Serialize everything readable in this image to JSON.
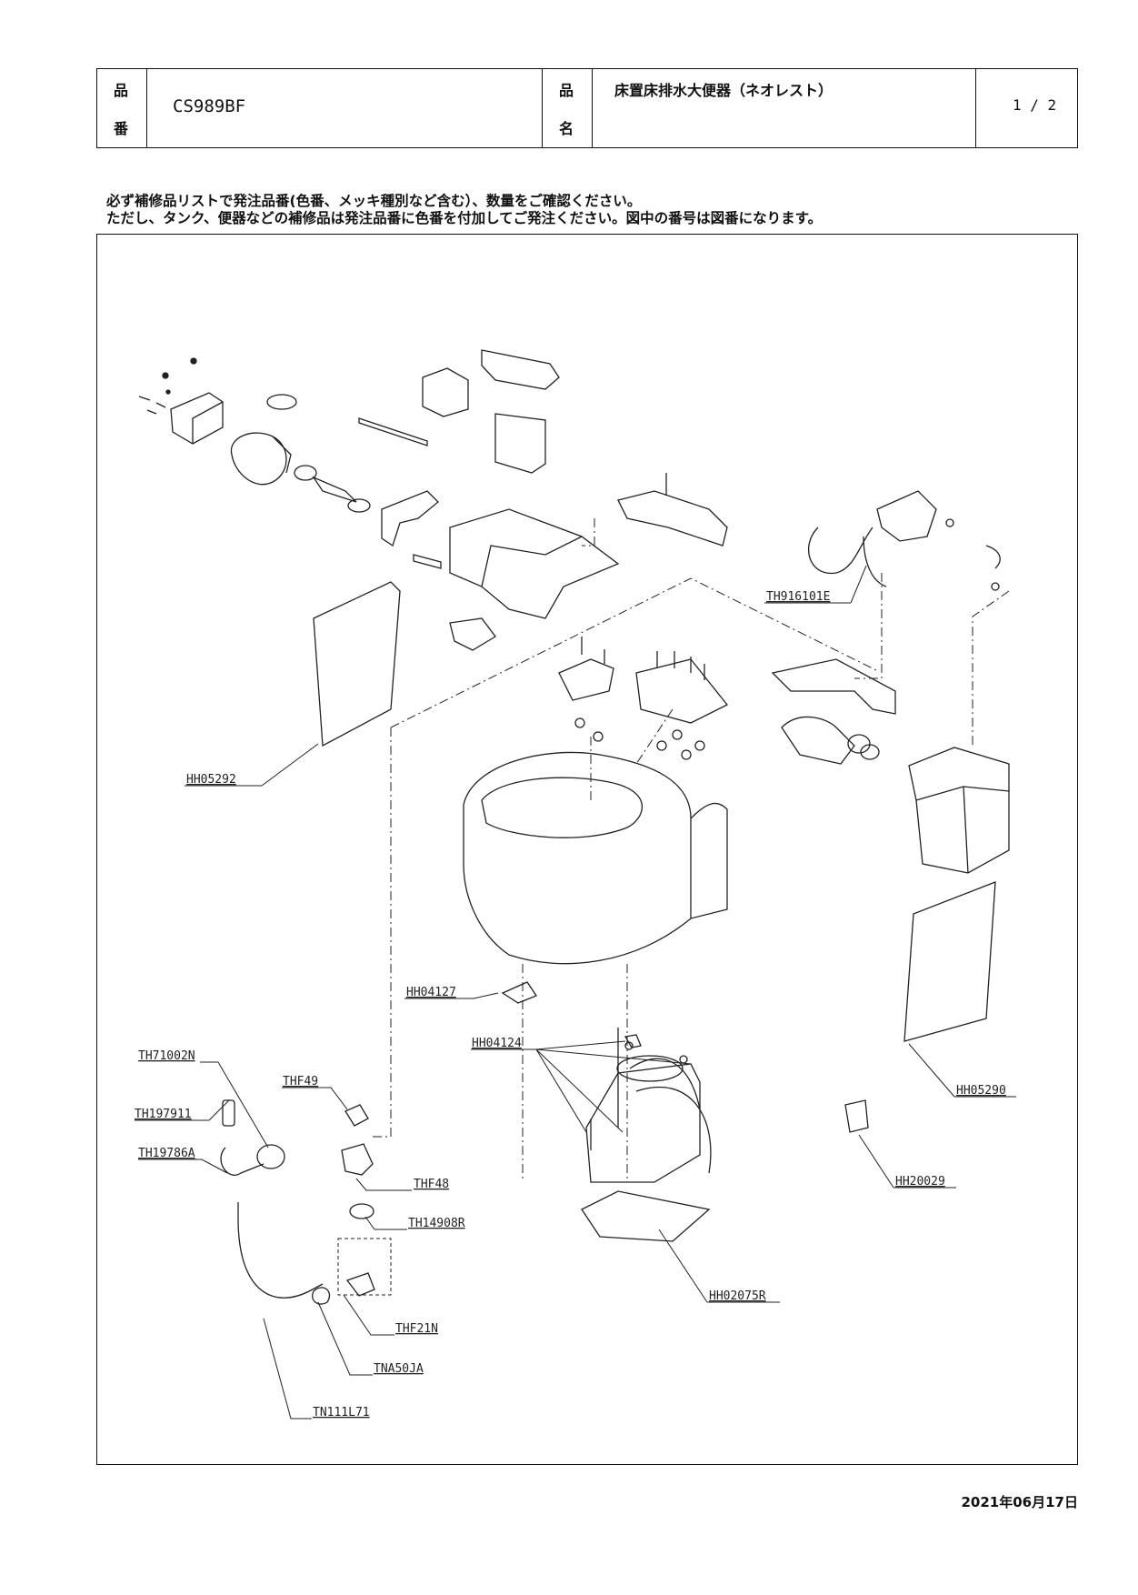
{
  "header": {
    "part_no_label_1": "品",
    "part_no_label_2": "番",
    "part_no": "CS989BF",
    "name_label_1": "品",
    "name_label_2": "名",
    "product_name": "床置床排水大便器（ネオレスト）",
    "page": "1 / 2"
  },
  "notes": {
    "line1": "必ず補修品リストで発注品番(色番、メッキ種別など含む）、数量をご確認ください。",
    "line2": "ただし、タンク、便器などの補修品は発注品番に色番を付加してご発注ください。図中の番号は図番になります。"
  },
  "parts": {
    "th916101e": "TH916101E",
    "hh05292": "HH05292",
    "hh04127": "HH04127",
    "hh04124": "HH04124",
    "th71002n": "TH71002N",
    "th197911": "TH197911",
    "th19786a": "TH19786A",
    "thf49": "THF49",
    "thf48": "THF48",
    "th14908r": "TH14908R",
    "thf21n": "THF21N",
    "tna50ja": "TNA50JA",
    "tn111l71": "TN111L71",
    "hh05290": "HH05290",
    "hh20029": "HH20029",
    "hh02075r": "HH02075R"
  },
  "footer": {
    "date": "2021年06月17日"
  }
}
